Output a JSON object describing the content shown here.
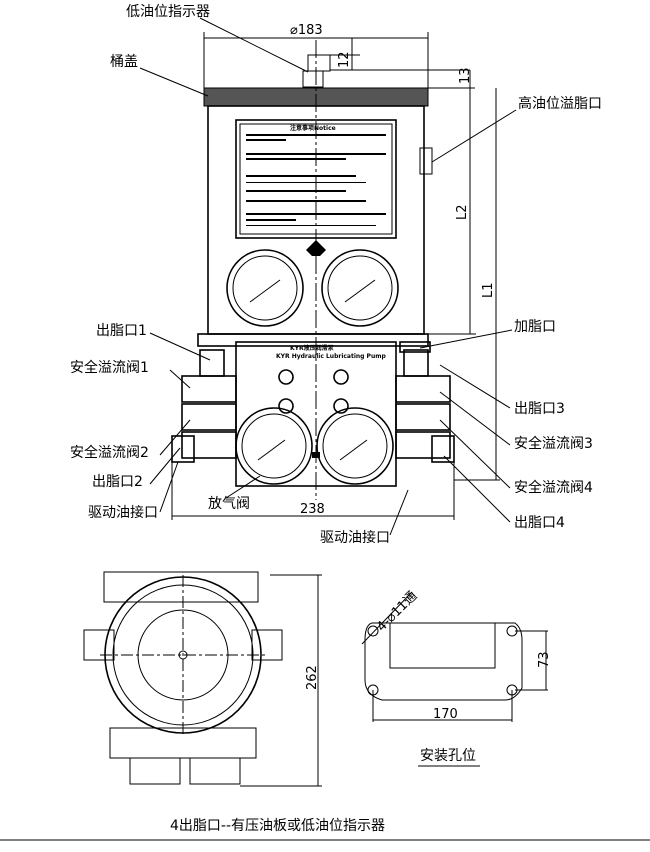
{
  "labels": {
    "low_level_indicator": "低油位指示器",
    "lid": "桶盖",
    "high_overflow": "高油位溢脂口",
    "fill_port": "加脂口",
    "outlet1": "出脂口1",
    "relief1": "安全溢流阀1",
    "relief2": "安全溢流阀2",
    "outlet2": "出脂口2",
    "drive_port_left": "驱动油接口",
    "bleed_valve": "放气阀",
    "outlet3": "出脂口3",
    "relief3": "安全溢流阀3",
    "relief4": "安全溢流阀4",
    "outlet4": "出脂口4",
    "drive_port_bottom": "驱动油接口",
    "mounting_holes": "安装孔位",
    "caption": "4出脂口--有压油板或低油位指示器"
  },
  "dimensions": {
    "diameter": "⌀183",
    "d12": "12",
    "d13": "13",
    "l2": "L2",
    "l1": "L1",
    "width": "238",
    "height": "262",
    "holes": "4-⌀11通",
    "hole_spacing_y": "73",
    "hole_spacing_x": "170"
  },
  "plate": {
    "notice_title": "注意事项Notice",
    "title_cn": "KYR液压润滑泵",
    "title_en": "KYR Hydraulic Lubricating Pump"
  }
}
